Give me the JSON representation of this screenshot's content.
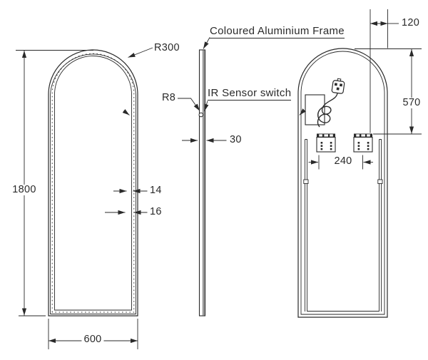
{
  "drawing": {
    "labels": {
      "coloured_aluminium_frame": "Coloured Aluminium Frame",
      "ir_sensor_switch": "IR Sensor switch",
      "arch_radius": "R300",
      "sensor_radius": "R8"
    },
    "dimensions": {
      "overall_height": "1800",
      "overall_width": "600",
      "frame_face_width": "14",
      "frame_depth_inner": "16",
      "profile_depth": "30",
      "bracket_edge_offset": "120",
      "bracket_drop_from_top": "570",
      "bracket_spacing": "240"
    }
  },
  "colors": {
    "line": "#2a2a2a",
    "profile_gray": "#9a9a9a",
    "background": "#ffffff"
  }
}
